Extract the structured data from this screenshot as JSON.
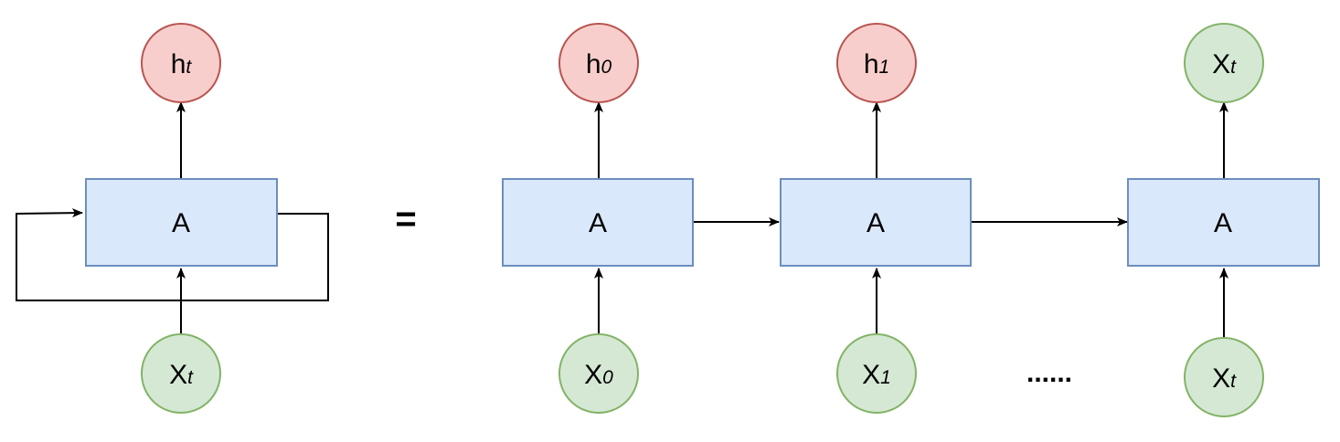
{
  "colors": {
    "box_fill": "#dae8fc",
    "box_stroke": "#6c8ebf",
    "output_fill": "#f8cecc",
    "output_stroke": "#b85450",
    "input_fill": "#d5e8d4",
    "input_stroke": "#82b366",
    "line": "#000000"
  },
  "rolled": {
    "cell_label": "A",
    "output": {
      "base": "h",
      "sub": "t"
    },
    "input": {
      "base": "X",
      "sub": "t"
    }
  },
  "equals": "=",
  "unrolled": [
    {
      "cell_label": "A",
      "output": {
        "base": "h",
        "sub": "0"
      },
      "input": {
        "base": "X",
        "sub": "0"
      }
    },
    {
      "cell_label": "A",
      "output": {
        "base": "h",
        "sub": "1"
      },
      "input": {
        "base": "X",
        "sub": "1"
      }
    },
    {
      "cell_label": "A",
      "output": {
        "base": "X",
        "sub": "t"
      },
      "input": {
        "base": "X",
        "sub": "t"
      }
    }
  ],
  "ellipsis": "......"
}
